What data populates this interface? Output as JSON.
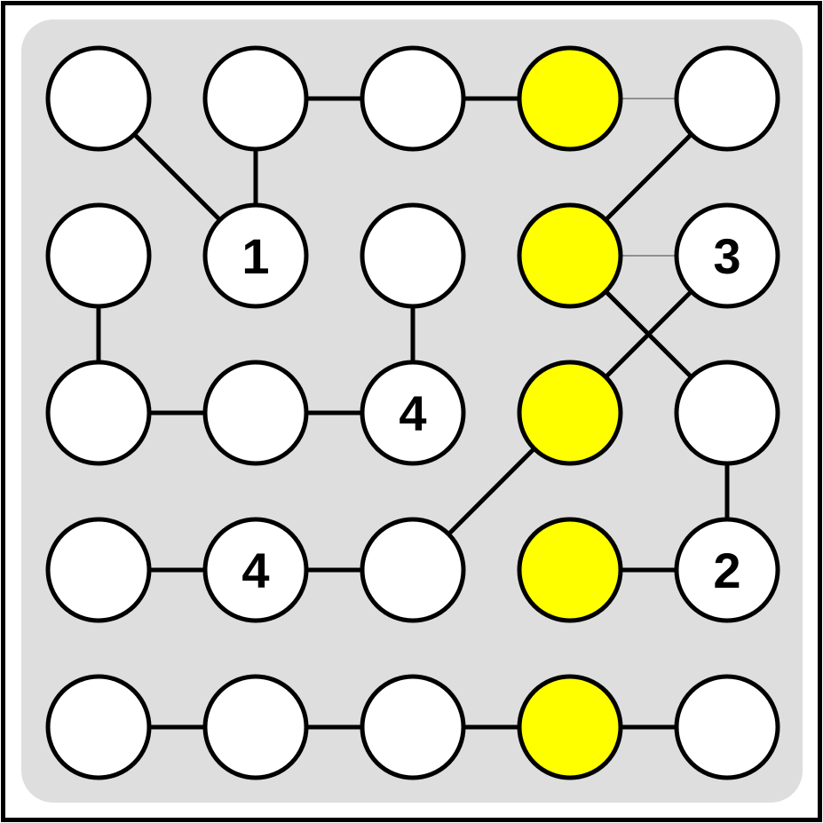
{
  "colors": {
    "frame": "#000000",
    "board": "#dedede",
    "node_fill": "#ffffff",
    "node_highlight": "#ffff00",
    "node_stroke": "#000000",
    "edge": "#000000",
    "faint_edge": "#777777"
  },
  "grid": {
    "rows": 5,
    "cols": 5
  },
  "nodes": [
    {
      "row": 0,
      "col": 0,
      "label": "",
      "highlight": false
    },
    {
      "row": 0,
      "col": 1,
      "label": "",
      "highlight": false
    },
    {
      "row": 0,
      "col": 2,
      "label": "",
      "highlight": false
    },
    {
      "row": 0,
      "col": 3,
      "label": "",
      "highlight": true
    },
    {
      "row": 0,
      "col": 4,
      "label": "",
      "highlight": false
    },
    {
      "row": 1,
      "col": 0,
      "label": "",
      "highlight": false
    },
    {
      "row": 1,
      "col": 1,
      "label": "1",
      "highlight": false
    },
    {
      "row": 1,
      "col": 2,
      "label": "",
      "highlight": false
    },
    {
      "row": 1,
      "col": 3,
      "label": "",
      "highlight": true
    },
    {
      "row": 1,
      "col": 4,
      "label": "3",
      "highlight": false
    },
    {
      "row": 2,
      "col": 0,
      "label": "",
      "highlight": false
    },
    {
      "row": 2,
      "col": 1,
      "label": "",
      "highlight": false
    },
    {
      "row": 2,
      "col": 2,
      "label": "4",
      "highlight": false
    },
    {
      "row": 2,
      "col": 3,
      "label": "",
      "highlight": true
    },
    {
      "row": 2,
      "col": 4,
      "label": "",
      "highlight": false
    },
    {
      "row": 3,
      "col": 0,
      "label": "",
      "highlight": false
    },
    {
      "row": 3,
      "col": 1,
      "label": "4",
      "highlight": false
    },
    {
      "row": 3,
      "col": 2,
      "label": "",
      "highlight": false
    },
    {
      "row": 3,
      "col": 3,
      "label": "",
      "highlight": true
    },
    {
      "row": 3,
      "col": 4,
      "label": "2",
      "highlight": false
    },
    {
      "row": 4,
      "col": 0,
      "label": "",
      "highlight": false
    },
    {
      "row": 4,
      "col": 1,
      "label": "",
      "highlight": false
    },
    {
      "row": 4,
      "col": 2,
      "label": "",
      "highlight": false
    },
    {
      "row": 4,
      "col": 3,
      "label": "",
      "highlight": true
    },
    {
      "row": 4,
      "col": 4,
      "label": "",
      "highlight": false
    }
  ],
  "edges": [
    {
      "from": [
        0,
        0
      ],
      "to": [
        1,
        1
      ],
      "faint": false
    },
    {
      "from": [
        0,
        1
      ],
      "to": [
        1,
        1
      ],
      "faint": false
    },
    {
      "from": [
        0,
        1
      ],
      "to": [
        0,
        2
      ],
      "faint": false
    },
    {
      "from": [
        0,
        2
      ],
      "to": [
        0,
        3
      ],
      "faint": false
    },
    {
      "from": [
        0,
        3
      ],
      "to": [
        0,
        4
      ],
      "faint": true
    },
    {
      "from": [
        0,
        4
      ],
      "to": [
        1,
        3
      ],
      "faint": false
    },
    {
      "from": [
        1,
        3
      ],
      "to": [
        1,
        4
      ],
      "faint": true
    },
    {
      "from": [
        1,
        3
      ],
      "to": [
        2,
        4
      ],
      "faint": false
    },
    {
      "from": [
        1,
        4
      ],
      "to": [
        2,
        3
      ],
      "faint": false
    },
    {
      "from": [
        1,
        0
      ],
      "to": [
        2,
        0
      ],
      "faint": false
    },
    {
      "from": [
        1,
        2
      ],
      "to": [
        2,
        2
      ],
      "faint": false
    },
    {
      "from": [
        2,
        0
      ],
      "to": [
        2,
        1
      ],
      "faint": false
    },
    {
      "from": [
        2,
        1
      ],
      "to": [
        2,
        2
      ],
      "faint": false
    },
    {
      "from": [
        2,
        3
      ],
      "to": [
        3,
        2
      ],
      "faint": false
    },
    {
      "from": [
        2,
        4
      ],
      "to": [
        3,
        4
      ],
      "faint": false
    },
    {
      "from": [
        3,
        0
      ],
      "to": [
        3,
        1
      ],
      "faint": false
    },
    {
      "from": [
        3,
        1
      ],
      "to": [
        3,
        2
      ],
      "faint": false
    },
    {
      "from": [
        3,
        3
      ],
      "to": [
        3,
        4
      ],
      "faint": false
    },
    {
      "from": [
        4,
        0
      ],
      "to": [
        4,
        1
      ],
      "faint": false
    },
    {
      "from": [
        4,
        1
      ],
      "to": [
        4,
        2
      ],
      "faint": false
    },
    {
      "from": [
        4,
        2
      ],
      "to": [
        4,
        3
      ],
      "faint": false
    },
    {
      "from": [
        4,
        3
      ],
      "to": [
        4,
        4
      ],
      "faint": false
    }
  ]
}
